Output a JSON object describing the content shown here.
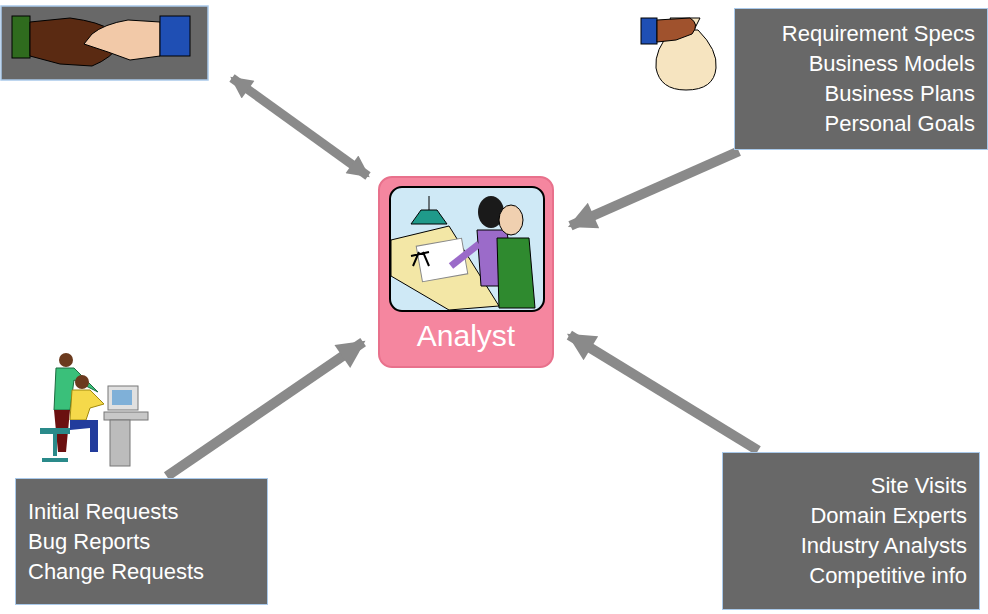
{
  "diagram": {
    "nodes": [
      {
        "text": [
          "Requirement Specs",
          "Business Models",
          "Business Plans",
          "Personal Goals"
        ]
      },
      {
        "text": [
          "Analyst"
        ]
      },
      {
        "text": [
          "Initial Requests",
          "Bug Reports",
          "Change Requests"
        ]
      },
      {
        "text": [
          "Site Visits",
          "Domain Experts",
          "Industry Analysts",
          "Competitive info"
        ]
      }
    ],
    "edges": [
      {
        "from": 0,
        "to": 1,
        "arrow": "to"
      },
      {
        "from": 2,
        "to": 1,
        "arrow": "to"
      },
      {
        "from": 3,
        "to": 1,
        "arrow": "to"
      }
    ]
  }
}
